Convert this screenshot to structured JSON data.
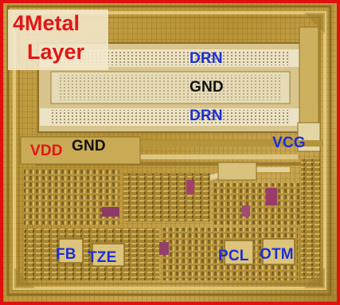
{
  "title": {
    "line1": "4Metal",
    "line2": "Layer"
  },
  "labels": {
    "drn_top": "DRN",
    "gnd_center": "GND",
    "drn_bottom": "DRN",
    "vdd": "VDD",
    "gnd_left": "GND",
    "vcg": "VCG",
    "fb": "FB",
    "tze": "TZE",
    "pcl": "PCL",
    "otm": "OTM"
  },
  "colors": {
    "border": "#e01010",
    "label_blue": "#1b2fd8",
    "label_black": "#111111",
    "label_red": "#e21616",
    "die_gold": "#c0a042"
  }
}
